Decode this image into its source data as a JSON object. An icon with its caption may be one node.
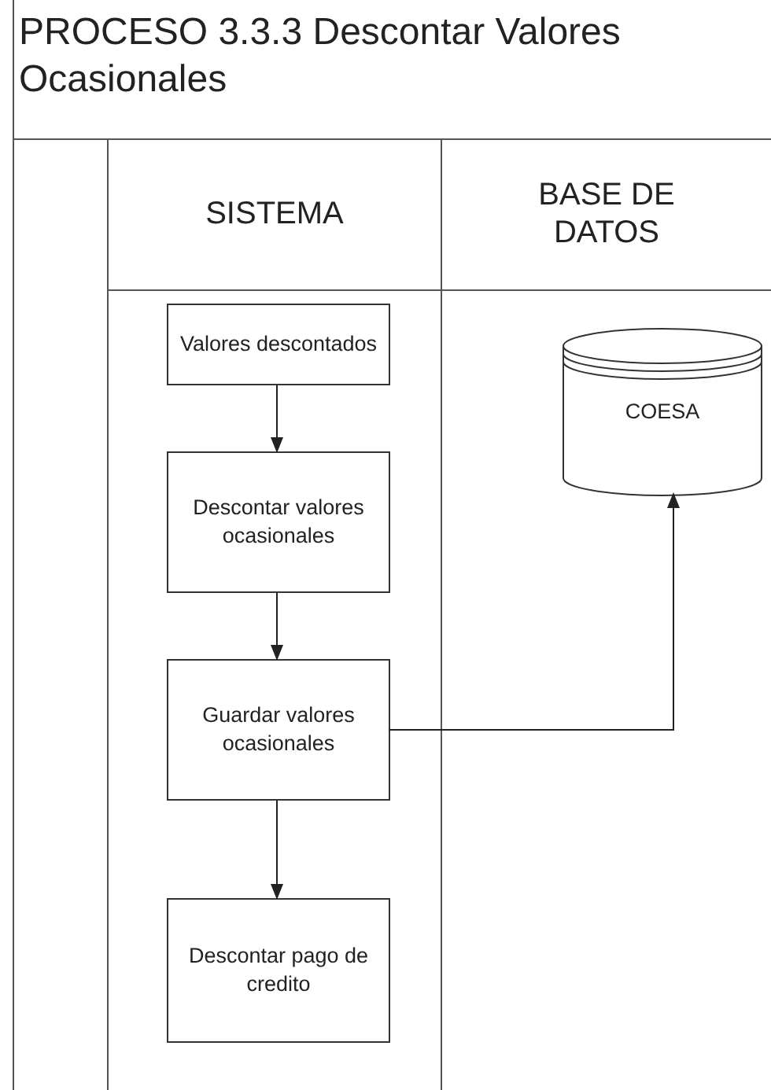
{
  "diagram": {
    "title": "PROCESO 3.3.3 Descontar Valores Ocasionales",
    "nodes": [
      {
        "text": [
          "SISTEMA"
        ]
      },
      {
        "text": [
          "BASE DE DATOS"
        ]
      },
      {
        "text": [
          "Valores descontados"
        ],
        "in": 0
      },
      {
        "text": [
          "Descontar valores ocasionales"
        ],
        "in": 0
      },
      {
        "text": [
          "Guardar valores ocasionales"
        ],
        "in": 0
      },
      {
        "text": [
          "Descontar pago de credito"
        ],
        "in": 0
      },
      {
        "text": [
          "COESA"
        ],
        "in": 1
      }
    ],
    "edges": [
      {
        "from": 2,
        "to": 3,
        "arrow": "to"
      },
      {
        "from": 3,
        "to": 4,
        "arrow": "to"
      },
      {
        "from": 4,
        "to": 5,
        "arrow": "to"
      },
      {
        "from": 4,
        "to": 6,
        "arrow": "to"
      }
    ]
  }
}
